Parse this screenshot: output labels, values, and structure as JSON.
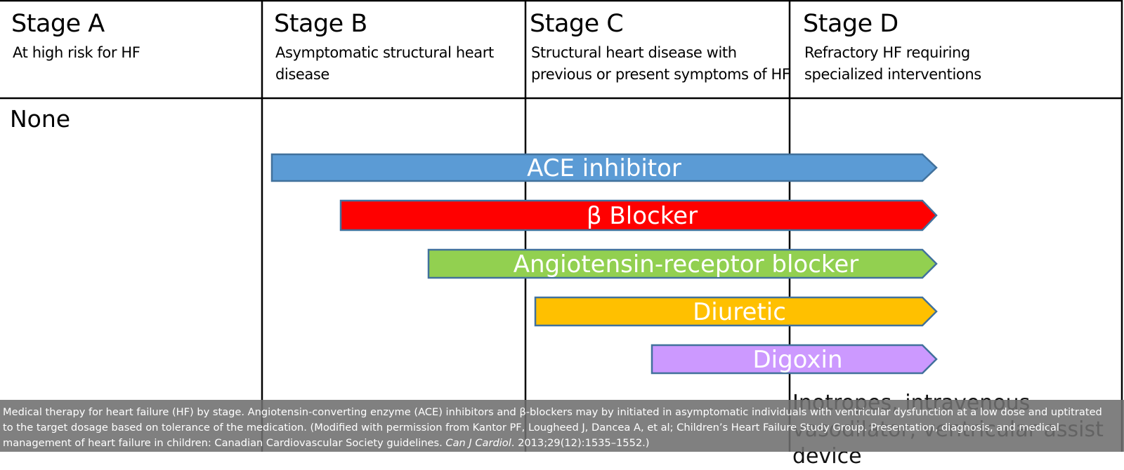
{
  "stages": [
    {
      "title": "Stage A",
      "description": "At high risk for HF"
    },
    {
      "title": "Stage B",
      "description": "Asymptomatic structural heart disease"
    },
    {
      "title": "Stage C",
      "description": "Structural heart disease with previous or present symptoms of HF"
    },
    {
      "title": "Stage D",
      "description": "Refractory HF requiring specialized interventions"
    }
  ],
  "stage_a_therapy": "None",
  "therapies": [
    {
      "label": "ACE inhibitor",
      "color": "#5b9bd5"
    },
    {
      "label": "β Blocker",
      "color": "#ff0000"
    },
    {
      "label": "Angiotensin-receptor blocker",
      "color": "#92d050"
    },
    {
      "label": "Diuretic",
      "color": "#ffc000"
    },
    {
      "label": "Digoxin",
      "color": "#cc99ff"
    }
  ],
  "partially_hidden_text": "Inotropes, intravenous vasodilator, ventricular assist device",
  "caption": {
    "text": "Medical therapy for heart failure (HF) by stage. Angiotensin-converting enzyme (ACE) inhibitors and β-blockers may by initiated in asymptomatic individuals with ventricular dysfunction at a low dose and uptitrated to the target dosage based on tolerance of the medication. (Modified with permission from Kantor PF, Lougheed J, Dancea A, et al; Children’s Heart Failure Study Group. Presentation, diagnosis, and medical management of heart failure in children: Canadian Cardiovascular Society guidelines. ",
    "journal": "Can J Cardiol",
    "citation": ". 2013;29(12):1535–1552.)"
  },
  "colors": {
    "arrow_outline": "#41719c",
    "grid_line": "#000000",
    "caption_bg": "#6e6e6e"
  }
}
